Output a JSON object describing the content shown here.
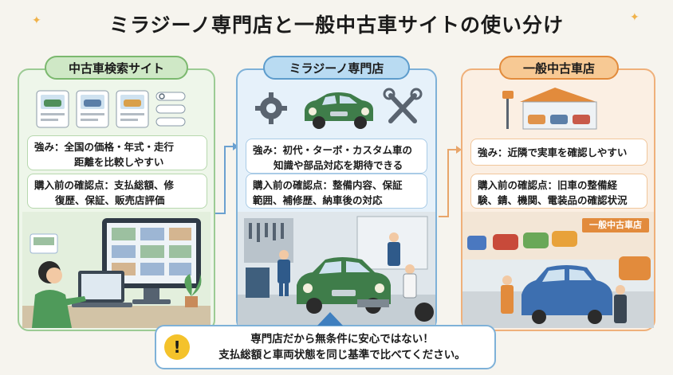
{
  "title": "ミラジーノ専門店と一般中古車サイトの使い分け",
  "left": {
    "heading": "中古車検索サイト",
    "strength_line1": "強み：全国の価格・年式・走行",
    "strength_line2": "距離を比較しやすい",
    "check_line1": "購入前の確認点：支払総額、修",
    "check_line2": "復歴、保証、販売店評価"
  },
  "middle": {
    "heading": "ミラジーノ専門店",
    "strength_line1": "強み：初代・ターボ・カスタム車の",
    "strength_line2": "知識や部品対応を期待できる",
    "check_line1": "購入前の確認点：整備内容、保証",
    "check_line2": "範囲、補修歴、納車後の対応"
  },
  "right": {
    "heading": "一般中古車店",
    "strength_line1": "強み：近隣で実車を確認しやすい",
    "check_line1": "購入前の確認点：旧車の整備経",
    "check_line2": "験、錆、機関、電装品の確認状況",
    "shop_sign": "一般中古車店"
  },
  "warning": {
    "line1": "専門店だから無条件に安心ではない！",
    "line2": "支払総額と車両状態を同じ基準で比べてください。"
  },
  "colors": {
    "left_accent": "#7bb86e",
    "middle_accent": "#5d9ccc",
    "right_accent": "#e28b3c",
    "warning_icon": "#f4c22b"
  },
  "icons": [
    "car-icon",
    "gear-icon",
    "wrench-icon",
    "search-icon",
    "warning-icon",
    "arrow-right-icon"
  ]
}
